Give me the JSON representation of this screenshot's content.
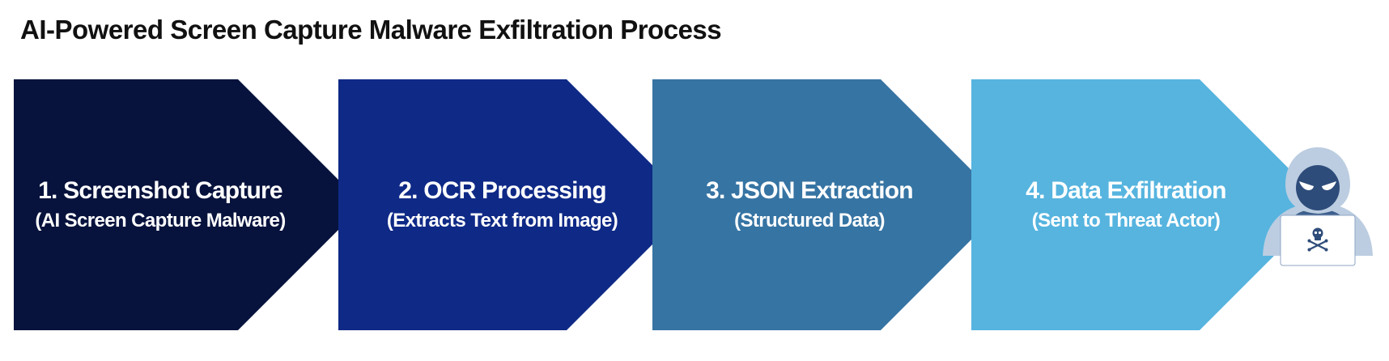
{
  "title": "AI-Powered Screen Capture Malware Exfiltration Process",
  "steps": [
    {
      "title": "1. Screenshot Capture",
      "subtitle": "(AI Screen Capture Malware)",
      "color": "#07133D"
    },
    {
      "title": "2. OCR Processing",
      "subtitle": "(Extracts Text from Image)",
      "color": "#0F2986"
    },
    {
      "title": "3. JSON Extraction",
      "subtitle": "(Structured Data)",
      "color": "#3674A3"
    },
    {
      "title": "4. Data Exfiltration",
      "subtitle": "(Sent to Threat Actor)",
      "color": "#56B4DF"
    }
  ],
  "icon": "hooded-hacker-laptop-icon",
  "colors": {
    "hacker_light": "#BCCDE1",
    "hacker_dark": "#3D5F8C",
    "hacker_face": "#2E4C7A",
    "laptop": "#FFFFFF"
  }
}
